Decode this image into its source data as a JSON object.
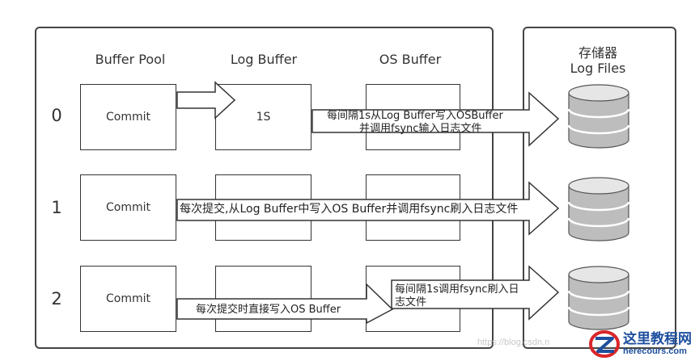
{
  "columns": {
    "buffer_pool": "Buffer Pool",
    "log_buffer": "Log Buffer",
    "os_buffer": "OS Buffer"
  },
  "storage": {
    "title_line1": "存储器",
    "title_line2": "Log Files"
  },
  "rows": [
    {
      "label": "0",
      "commit": "Commit",
      "log_buffer_text": "1S",
      "arrow_text_line1": "每间隔1s从Log Buffer写入OSBuffer",
      "arrow_text_line2": "并调用fsync输入日志文件"
    },
    {
      "label": "1",
      "commit": "Commit",
      "arrow_text": "每次提交,从Log Buffer中写入OS Buffer并调用fsync刷入日志文件"
    },
    {
      "label": "2",
      "commit": "Commit",
      "arrow_text": "每次提交时直接写入OS Buffer",
      "os_text_line1": "每间隔1s调用fsync刷入日",
      "os_text_line2": "志文件"
    }
  ],
  "watermark": {
    "title": "这里教程网",
    "subtitle": "herecours.com",
    "url": "https://blog.csdn.n"
  },
  "colors": {
    "db_body": "#bdbdbd",
    "db_top": "#e6e6e6",
    "stroke": "#333333",
    "watermark_blue": "#1e4f9e",
    "watermark_red": "#d9262a"
  }
}
